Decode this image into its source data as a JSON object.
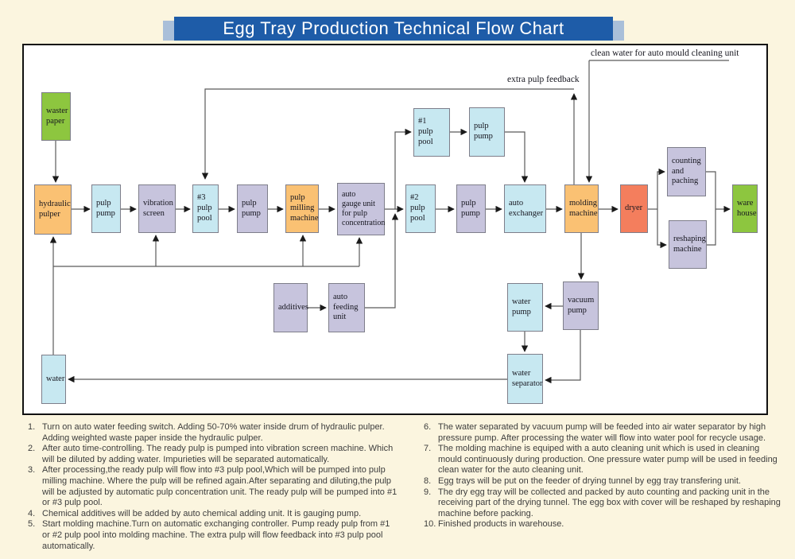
{
  "title": "Egg Tray Production Technical Flow Chart",
  "diagram": {
    "nodes": {
      "waster_paper": "waster\npaper",
      "hydraulic_pulper": "hydraulic\npulper",
      "pulp_pump_1": "pulp\npump",
      "vibration_screen": "vibration\nscreen",
      "pulp_pool_3": "#3\npulp\npool",
      "pulp_pump_2": "pulp\npump",
      "pulp_milling_machine": "pulp\nmilling\nmachine",
      "auto_gauge_unit": "auto\ngauge unit\nfor pulp\nconcentration",
      "pulp_pool_1": "#1\npulp\npool",
      "pulp_pump_3": "pulp\npump",
      "pulp_pool_2": "#2\npulp\npool",
      "pulp_pump_4": "pulp\npump",
      "auto_exchanger": "auto\nexchanger",
      "molding_machine": "molding\nmachine",
      "dryer": "dryer",
      "counting_and_paching": "counting\nand\npaching",
      "reshaping_machine": "reshaping\nmachine",
      "ware_house": "ware\nhouse",
      "additives": "additives",
      "auto_feeding_unit": "auto\nfeeding\nunit",
      "water_pump": "water\npump",
      "vacuum_pump": "vacuum\npump",
      "water_separator": "water\nseparator",
      "water": "water"
    },
    "labels": {
      "extra_pulp_feedback": "extra pulp feedback",
      "clean_water": "clean water for auto mould cleaning unit"
    },
    "colors": {
      "background": "#fbf5df",
      "banner_blue": "#1e5ca8",
      "banner_cap": "#a9bfd9",
      "box_light_blue": "#c7e8f1",
      "box_lavender": "#c7c4dd",
      "box_orange": "#fac173",
      "box_green": "#8dc63f",
      "box_coral": "#f47e5d"
    }
  },
  "steps_left": [
    {
      "num": "1.",
      "text": "Turn on auto water feeding switch. Adding 50-70% water inside drum of hydraulic pulper. Adding weighted waste paper inside the hydraulic pulper."
    },
    {
      "num": "2.",
      "text": "After auto time-controlling. The ready pulp is pumped into vibration screen machine. Which  will be diluted by adding water.  Impurieties will be separated automatically."
    },
    {
      "num": "3.",
      "text": "After processing,the ready pulp will flow into #3 pulp pool,Which will be pumped into pulp milling machine. Where the pulp will be refined again.After separating and diluting,the pulp will be adjusted by automatic pulp concentration unit. The ready pulp will be pumped into #1 or #3 pulp pool."
    },
    {
      "num": "4.",
      "text": "Chemical additives will be added by auto chemical adding unit. It is gauging pump."
    },
    {
      "num": "5.",
      "text": "Start molding machine.Turn on automatic exchanging controller. Pump ready pulp from #1 or #2 pulp pool into molding machine. The extra pulp will flow feedback into #3 pulp pool automatically."
    }
  ],
  "steps_right": [
    {
      "num": "6.",
      "text": "The water separated by vacuum pump will be feeded into air water separator by high pressure pump. After processing the water will flow into water pool for recycle usage."
    },
    {
      "num": "7.",
      "text": "The molding machine is equiped with a auto cleaning unit which is used in cleaning mould continuously during production. One pressure water pump will be used in feeding clean water for the auto cleaning unit."
    },
    {
      "num": "8.",
      "text": "Egg trays will be put on the feeder of drying tunnel by egg tray transfering unit."
    },
    {
      "num": "9.",
      "text": "The dry egg tray will be collected and packed by auto counting and packing unit in the receiving part of the drying tunnel. The egg box with cover will be reshaped by reshaping machine before packing."
    },
    {
      "num": "10.",
      "text": "Finished products in warehouse."
    }
  ]
}
